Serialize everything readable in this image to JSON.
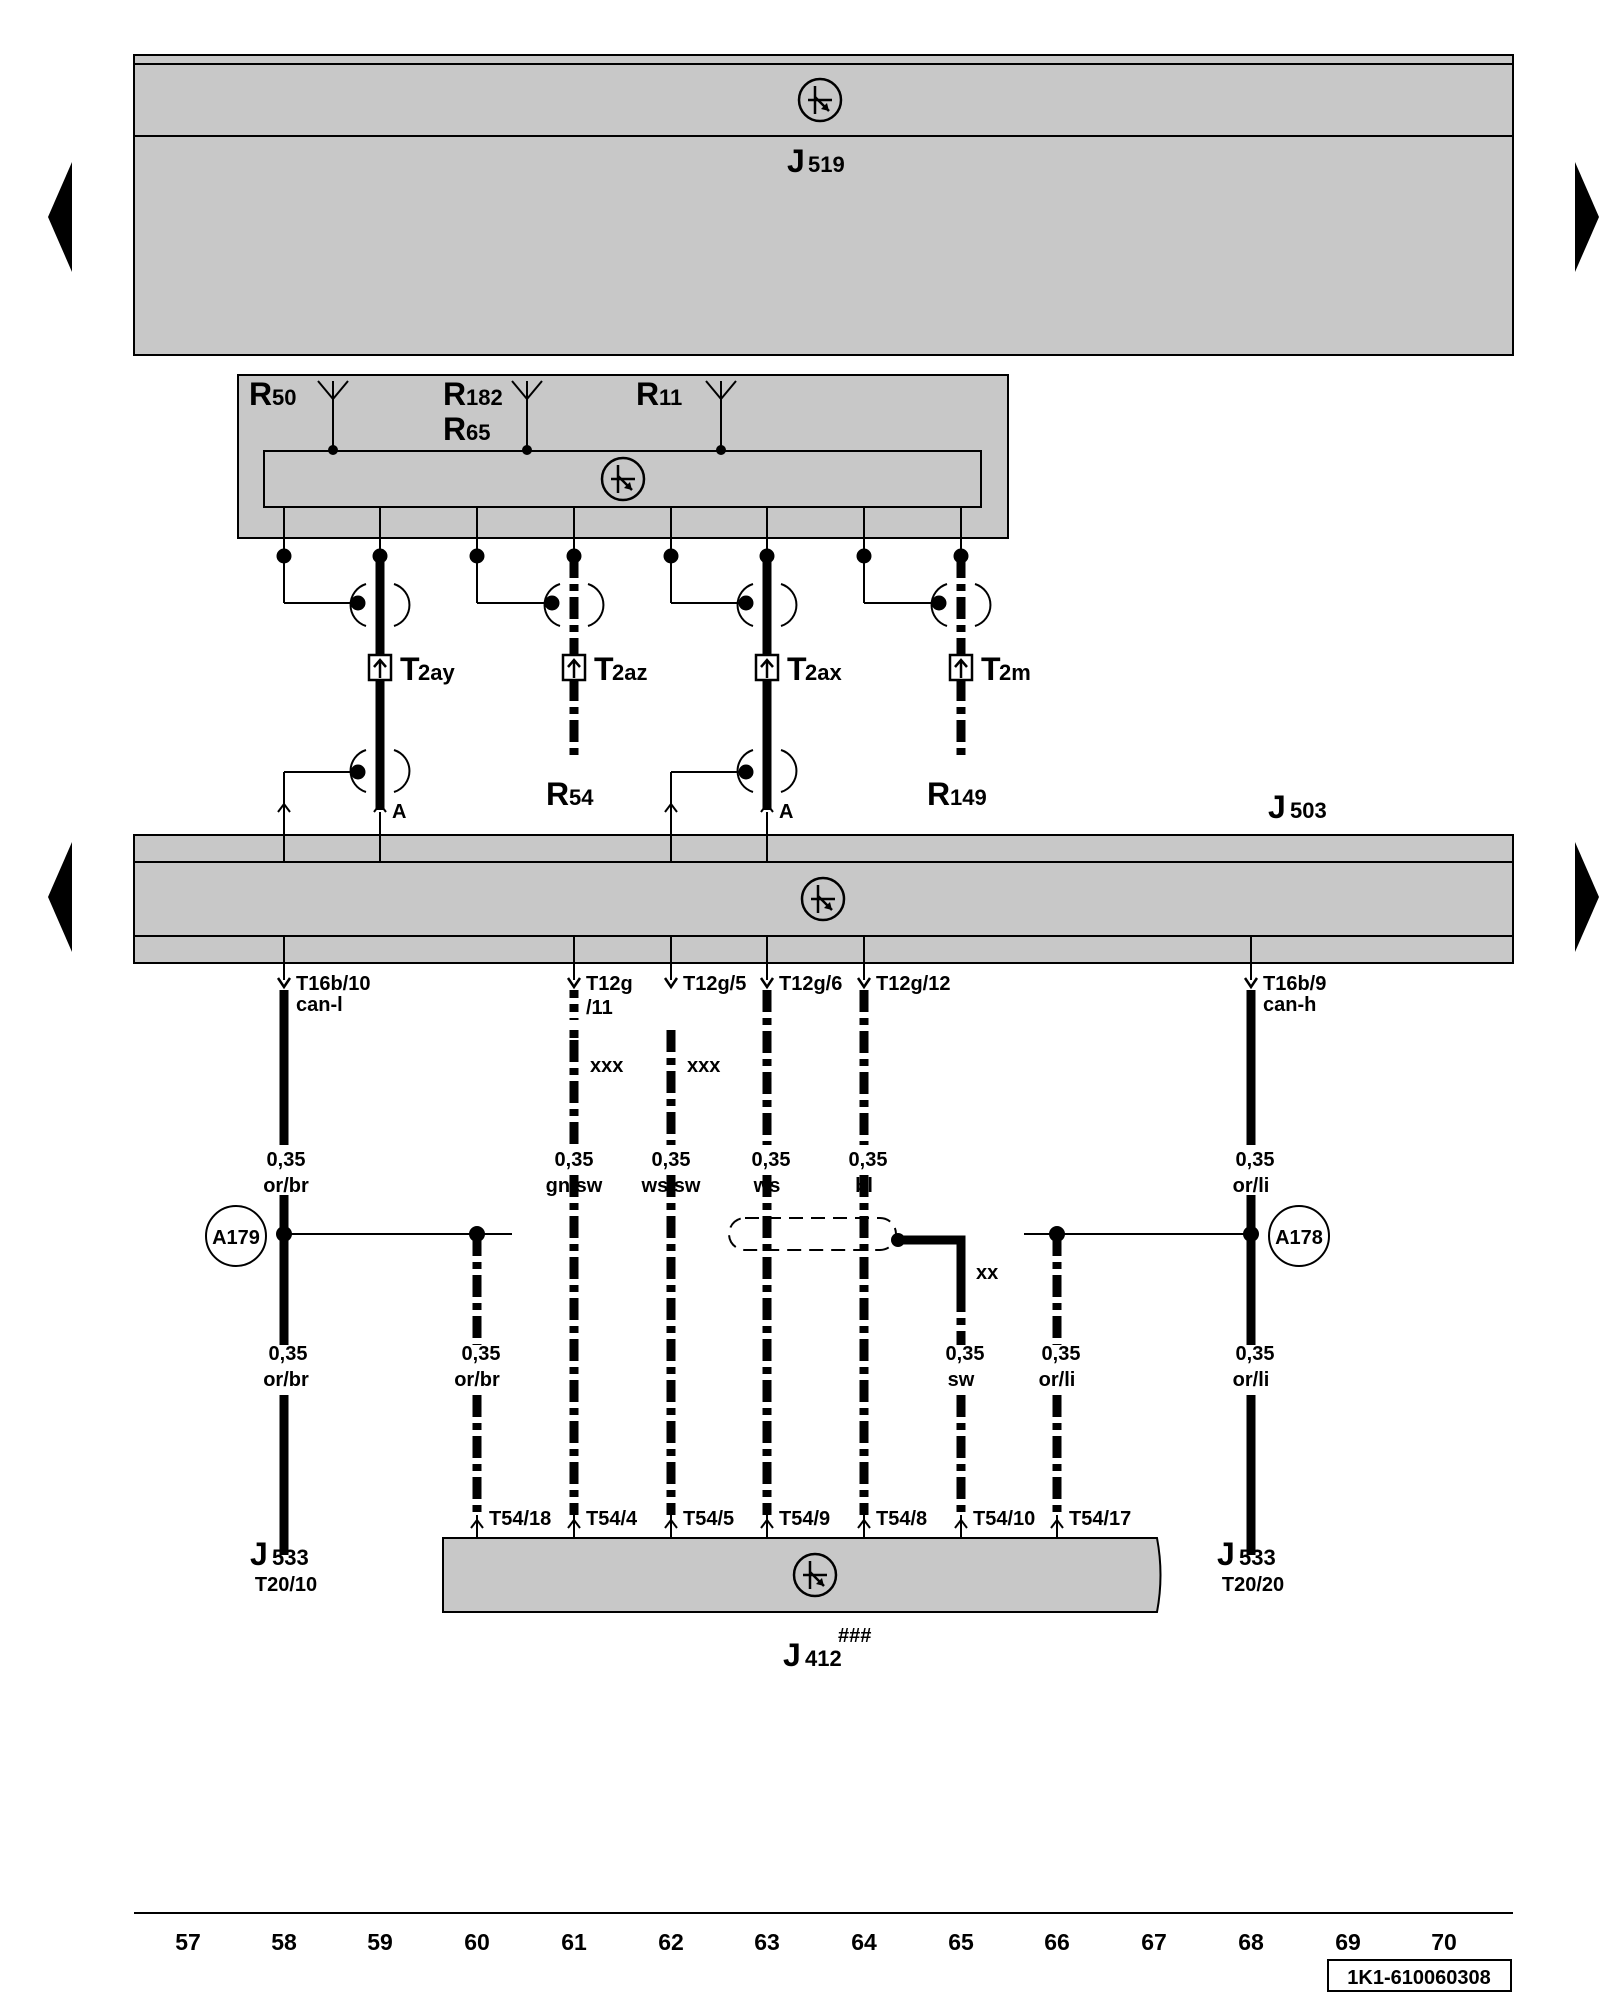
{
  "components": {
    "j519": {
      "letter": "J",
      "sub": "519"
    },
    "j503": {
      "letter": "J",
      "sub": "503"
    },
    "j412": {
      "letter": "J",
      "sub": "412",
      "mark": "###"
    },
    "j533_left": {
      "letter": "J",
      "sub": "533",
      "pin": "T20/10"
    },
    "j533_right": {
      "letter": "J",
      "sub": "533",
      "pin": "T20/20"
    }
  },
  "radio_unit": {
    "r50": {
      "letter": "R",
      "sub": "50"
    },
    "r182": {
      "letter": "R",
      "sub": "182"
    },
    "r65": {
      "letter": "R",
      "sub": "65"
    },
    "r11": {
      "letter": "R",
      "sub": "11"
    }
  },
  "connectors": [
    {
      "letter": "T",
      "sub": "2ay"
    },
    {
      "letter": "T",
      "sub": "2az"
    },
    {
      "letter": "T",
      "sub": "2ax"
    },
    {
      "letter": "T",
      "sub": "2m"
    }
  ],
  "lower_refs": {
    "r54": {
      "letter": "R",
      "sub": "54"
    },
    "r149": {
      "letter": "R",
      "sub": "149"
    },
    "a_left": "A",
    "a_right": "A"
  },
  "j503_pins": [
    {
      "line1": "T16b/10",
      "line2": "can-l"
    },
    {
      "line1": "T12g",
      "line2": "/11"
    },
    {
      "line1": "T12g/5",
      "line2": ""
    },
    {
      "line1": "T12g/6",
      "line2": ""
    },
    {
      "line1": "T12g/12",
      "line2": ""
    },
    {
      "line1": "T16b/9",
      "line2": "can-h"
    }
  ],
  "xxx_marks": [
    "xxx",
    "xxx"
  ],
  "xx_mark": "xx",
  "wires_upper": [
    {
      "size": "0,35",
      "color": "or/br"
    },
    {
      "size": "0,35",
      "color": "gn/sw"
    },
    {
      "size": "0,35",
      "color": "ws/sw"
    },
    {
      "size": "0,35",
      "color": "ws"
    },
    {
      "size": "0,35",
      "color": "bl"
    },
    {
      "size": "0,35",
      "color": "or/li"
    }
  ],
  "wires_lower": [
    {
      "size": "0,35",
      "color": "or/br"
    },
    {
      "size": "0,35",
      "color": "or/br"
    },
    {
      "size": "0,35",
      "color": "sw"
    },
    {
      "size": "0,35",
      "color": "or/li"
    },
    {
      "size": "0,35",
      "color": "or/li"
    }
  ],
  "splices": {
    "left": "A179",
    "right": "A178"
  },
  "j412_pins": [
    "T54/18",
    "T54/4",
    "T54/5",
    "T54/9",
    "T54/8",
    "T54/10",
    "T54/17"
  ],
  "track_numbers": [
    "57",
    "58",
    "59",
    "60",
    "61",
    "62",
    "63",
    "64",
    "65",
    "66",
    "67",
    "68",
    "69",
    "70"
  ],
  "doc_id": "1K1-610060308",
  "colors": {
    "fill": "#c8c8c8",
    "ink": "#000000",
    "paper": "#ffffff"
  }
}
